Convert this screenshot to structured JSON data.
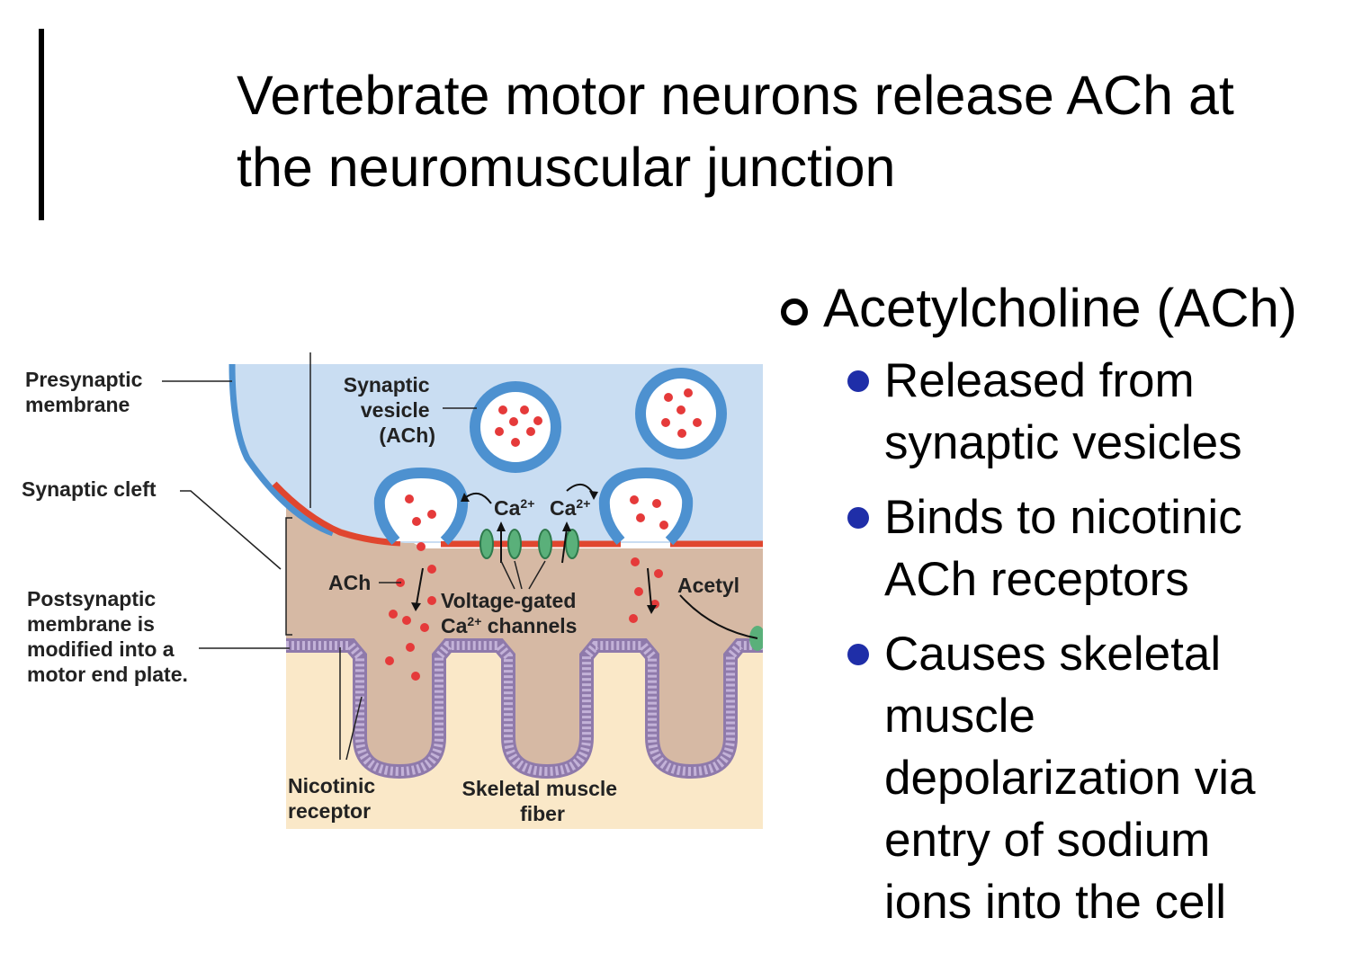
{
  "slide": {
    "title_lines": [
      "Vertebrate motor neurons release ACh at",
      "the neuromuscular junction"
    ],
    "main_bullet": "Acetylcholine (ACh)",
    "sub_bullets": [
      {
        "lines": [
          "Released from",
          "synaptic vesicles"
        ]
      },
      {
        "lines": [
          "Binds to nicotinic",
          "ACh receptors"
        ]
      },
      {
        "lines": [
          "Causes skeletal",
          "muscle",
          "depolarization via",
          "entry of sodium",
          "ions into the cell"
        ]
      }
    ]
  },
  "diagram": {
    "labels": {
      "presynaptic_line1": "Presynaptic",
      "presynaptic_line2": "membrane",
      "cleft": "Synaptic cleft",
      "post_line1": "Postsynaptic",
      "post_line2": "membrane is",
      "post_line3": "modified into a",
      "post_line4": "motor end plate.",
      "vesicle_line1": "Synaptic",
      "vesicle_line2": "vesicle",
      "vesicle_line3": "(ACh)",
      "ach": "ACh",
      "calcium_1": "Ca",
      "calcium_2": "Ca",
      "calcium_charge": "2+",
      "vgcc_line1": "Voltage-gated",
      "vgcc_line2": "Ca",
      "vgcc_line2_tail": " channels",
      "acetyl": "Acetyl",
      "nicotinic_line1": "Nicotinic",
      "nicotinic_line2": "receptor",
      "fiber_line1": "Skeletal muscle",
      "fiber_line2": "fiber"
    },
    "colors": {
      "terminal_fill": "#c9ddf2",
      "membrane_blue": "#4d91d0",
      "membrane_red": "#e0462f",
      "cleft_fill": "#d6b9a4",
      "muscle_fill": "#fae8c8",
      "receptor_purple": "#b9a5cf",
      "ach_red": "#e53a3a",
      "channel_green": "#5ab07a"
    }
  }
}
